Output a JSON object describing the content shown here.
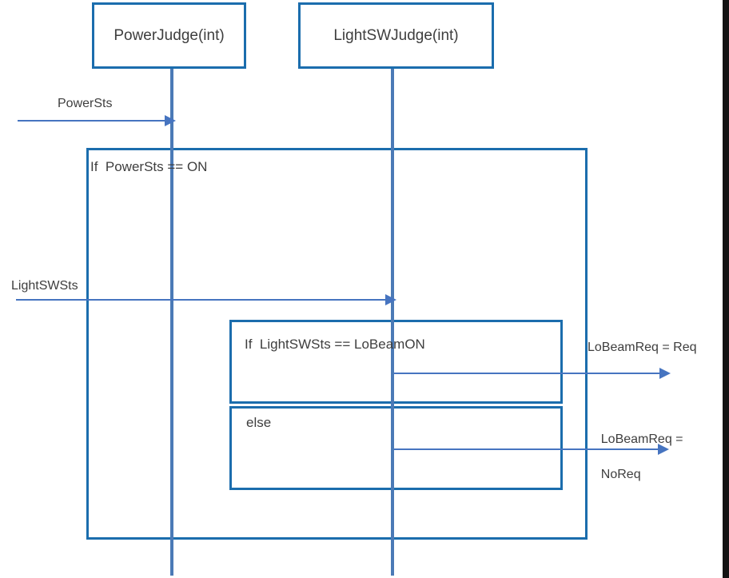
{
  "colors": {
    "box_border": "#1b6dad",
    "lifeline": "#4b7ab6",
    "arrow": "#4674c0",
    "text": "#3e3e3e",
    "right_strip": "#141414",
    "background": "#ffffff"
  },
  "participants": [
    {
      "label": "PowerJudge(int)"
    },
    {
      "label": "LightSWJudge(int)"
    }
  ],
  "fragments": {
    "outer_guard": "If  PowerSts == ON",
    "inner_if_guard": "If  LightSWSts == LoBeamON",
    "inner_else_guard": "else"
  },
  "messages": {
    "power_sts": {
      "label": "PowerSts"
    },
    "light_sw_sts": {
      "label": "LightSWSts"
    },
    "lobeam_req": {
      "label": "LoBeamReq = Req"
    },
    "lobeam_noreq": {
      "line1": "LoBeamReq =",
      "line2": "NoReq"
    }
  }
}
